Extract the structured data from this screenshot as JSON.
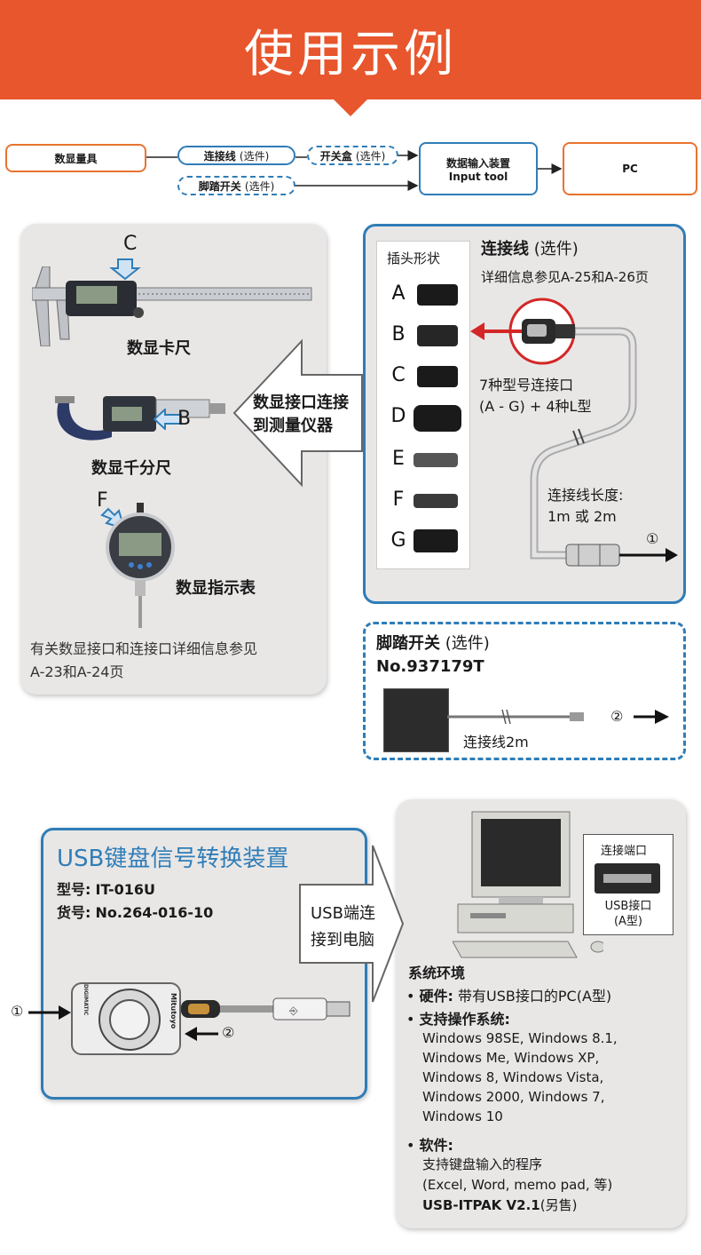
{
  "banner": {
    "title": "使用示例"
  },
  "flow": {
    "digital_tool": "数显量具",
    "cable": "连接线",
    "cable_opt": "(选件)",
    "switch_box": "开关盒",
    "switch_box_opt": "(选件)",
    "foot_switch": "脚踏开关",
    "foot_switch_opt": "(选件)",
    "input_device_line1": "数据输入装置",
    "input_device_line2": "Input tool",
    "pc": "PC"
  },
  "gauges": {
    "caliper_label": "数显卡尺",
    "caliper_marker": "C",
    "micrometer_label": "数显千分尺",
    "micrometer_marker": "B",
    "indicator_label": "数显指示表",
    "indicator_marker": "F",
    "arrow_text_line1": "数显接口连接",
    "arrow_text_line2": "到测量仪器",
    "note_line1": "有关数显接口和连接口详细信息参见",
    "note_line2": "A-23和A-24页"
  },
  "cable_panel": {
    "plug_header": "插头形状",
    "plugs": [
      "A",
      "B",
      "C",
      "D",
      "E",
      "F",
      "G"
    ],
    "title_bold": "连接线",
    "title_light": "(选件)",
    "subtitle": "详细信息参见A-25和A-26页",
    "types_line1": "7种型号连接口",
    "types_line2": "(A - G) + 4种L型",
    "length_line1": "连接线长度:",
    "length_line2": "1m 或 2m",
    "circle_marker": "①"
  },
  "foot_panel": {
    "title_bold": "脚踏开关",
    "title_light": "(选件)",
    "model": "No.937179T",
    "cable_label": "连接线2m",
    "circle_marker": "②"
  },
  "usb_panel": {
    "title": "USB键盘信号转换装置",
    "model_label": "型号:",
    "model_value": "IT-016U",
    "code_label": "货号:",
    "code_value": "No.264-016-10",
    "in1": "①",
    "in2": "②",
    "device_brand": "Mitutoyo",
    "device_side": "DIGIMATIC"
  },
  "usb_arrow": {
    "line1": "USB端连",
    "line2": "接到电脑"
  },
  "pc_panel": {
    "port_label": "连接端口",
    "usb_label_line1": "USB接口",
    "usb_label_line2": "(A型)",
    "env_title": "系统环境",
    "hw_label": "硬件:",
    "hw_value": "带有USB接口的PC(A型)",
    "os_label": "支持操作系统:",
    "os_lines": [
      "Windows 98SE, Windows 8.1,",
      "Windows Me, Windows XP,",
      "Windows 8, Windows Vista,",
      "Windows 2000, Windows 7,",
      "Windows 10"
    ],
    "sw_label": "软件:",
    "sw_line1": "支持键盘输入的程序",
    "sw_line2": "(Excel, Word, memo pad, 等)",
    "sw_product": "USB-ITPAK V2.1",
    "sw_product_note": "(另售)"
  },
  "colors": {
    "accent_orange": "#e8562d",
    "accent_blue": "#2f7db7",
    "panel_gray": "#e9e7e6"
  }
}
